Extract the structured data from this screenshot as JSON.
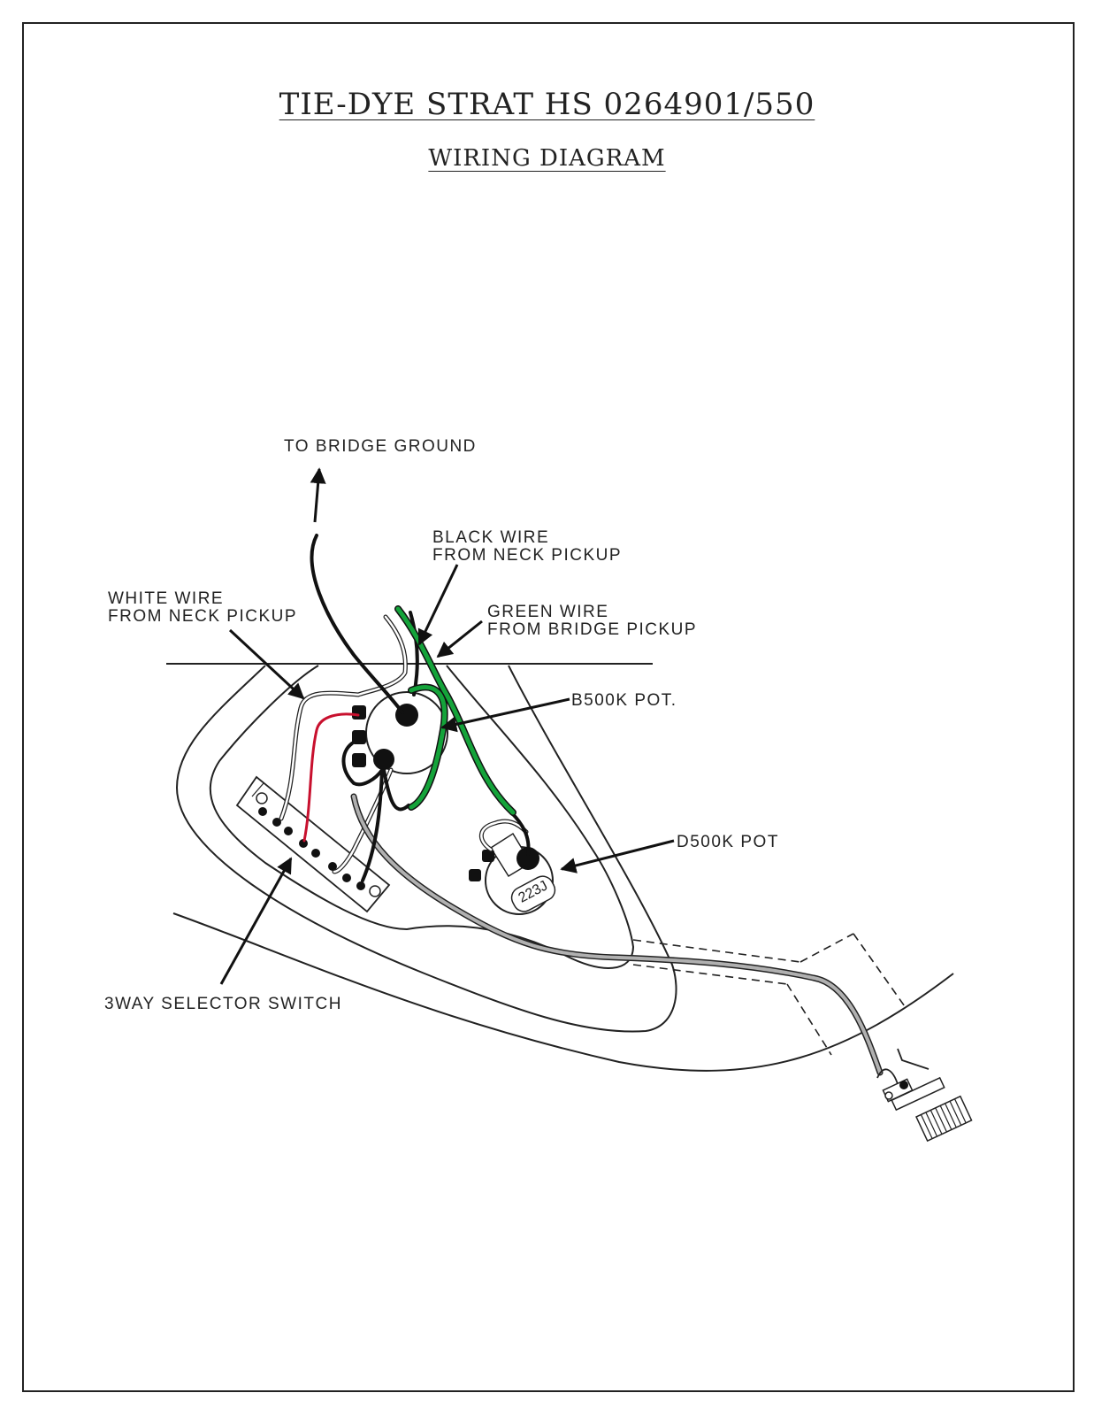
{
  "header": {
    "title": "TIE-DYE STRAT HS  0264901/550",
    "subtitle": "WIRING DIAGRAM"
  },
  "labels": {
    "bridge_ground": "TO BRIDGE GROUND",
    "black_wire_line1": "BLACK WIRE",
    "black_wire_line2": "FROM NECK PICKUP",
    "white_wire_line1": "WHITE WIRE",
    "white_wire_line2": "FROM NECK PICKUP",
    "green_wire_line1": "GREEN WIRE",
    "green_wire_line2": "FROM BRIDGE PICKUP",
    "volume_pot": "B500K POT.",
    "tone_pot": "D500K POT",
    "selector_switch": "3WAY SELECTOR SWITCH",
    "capacitor": "223J"
  },
  "colors": {
    "outline": "#222222",
    "black_wire": "#111111",
    "green_wire": "#14a33a",
    "red_wire": "#c8102e",
    "gray_wire": "#a8a8a8",
    "white_wire": "#ffffff"
  }
}
